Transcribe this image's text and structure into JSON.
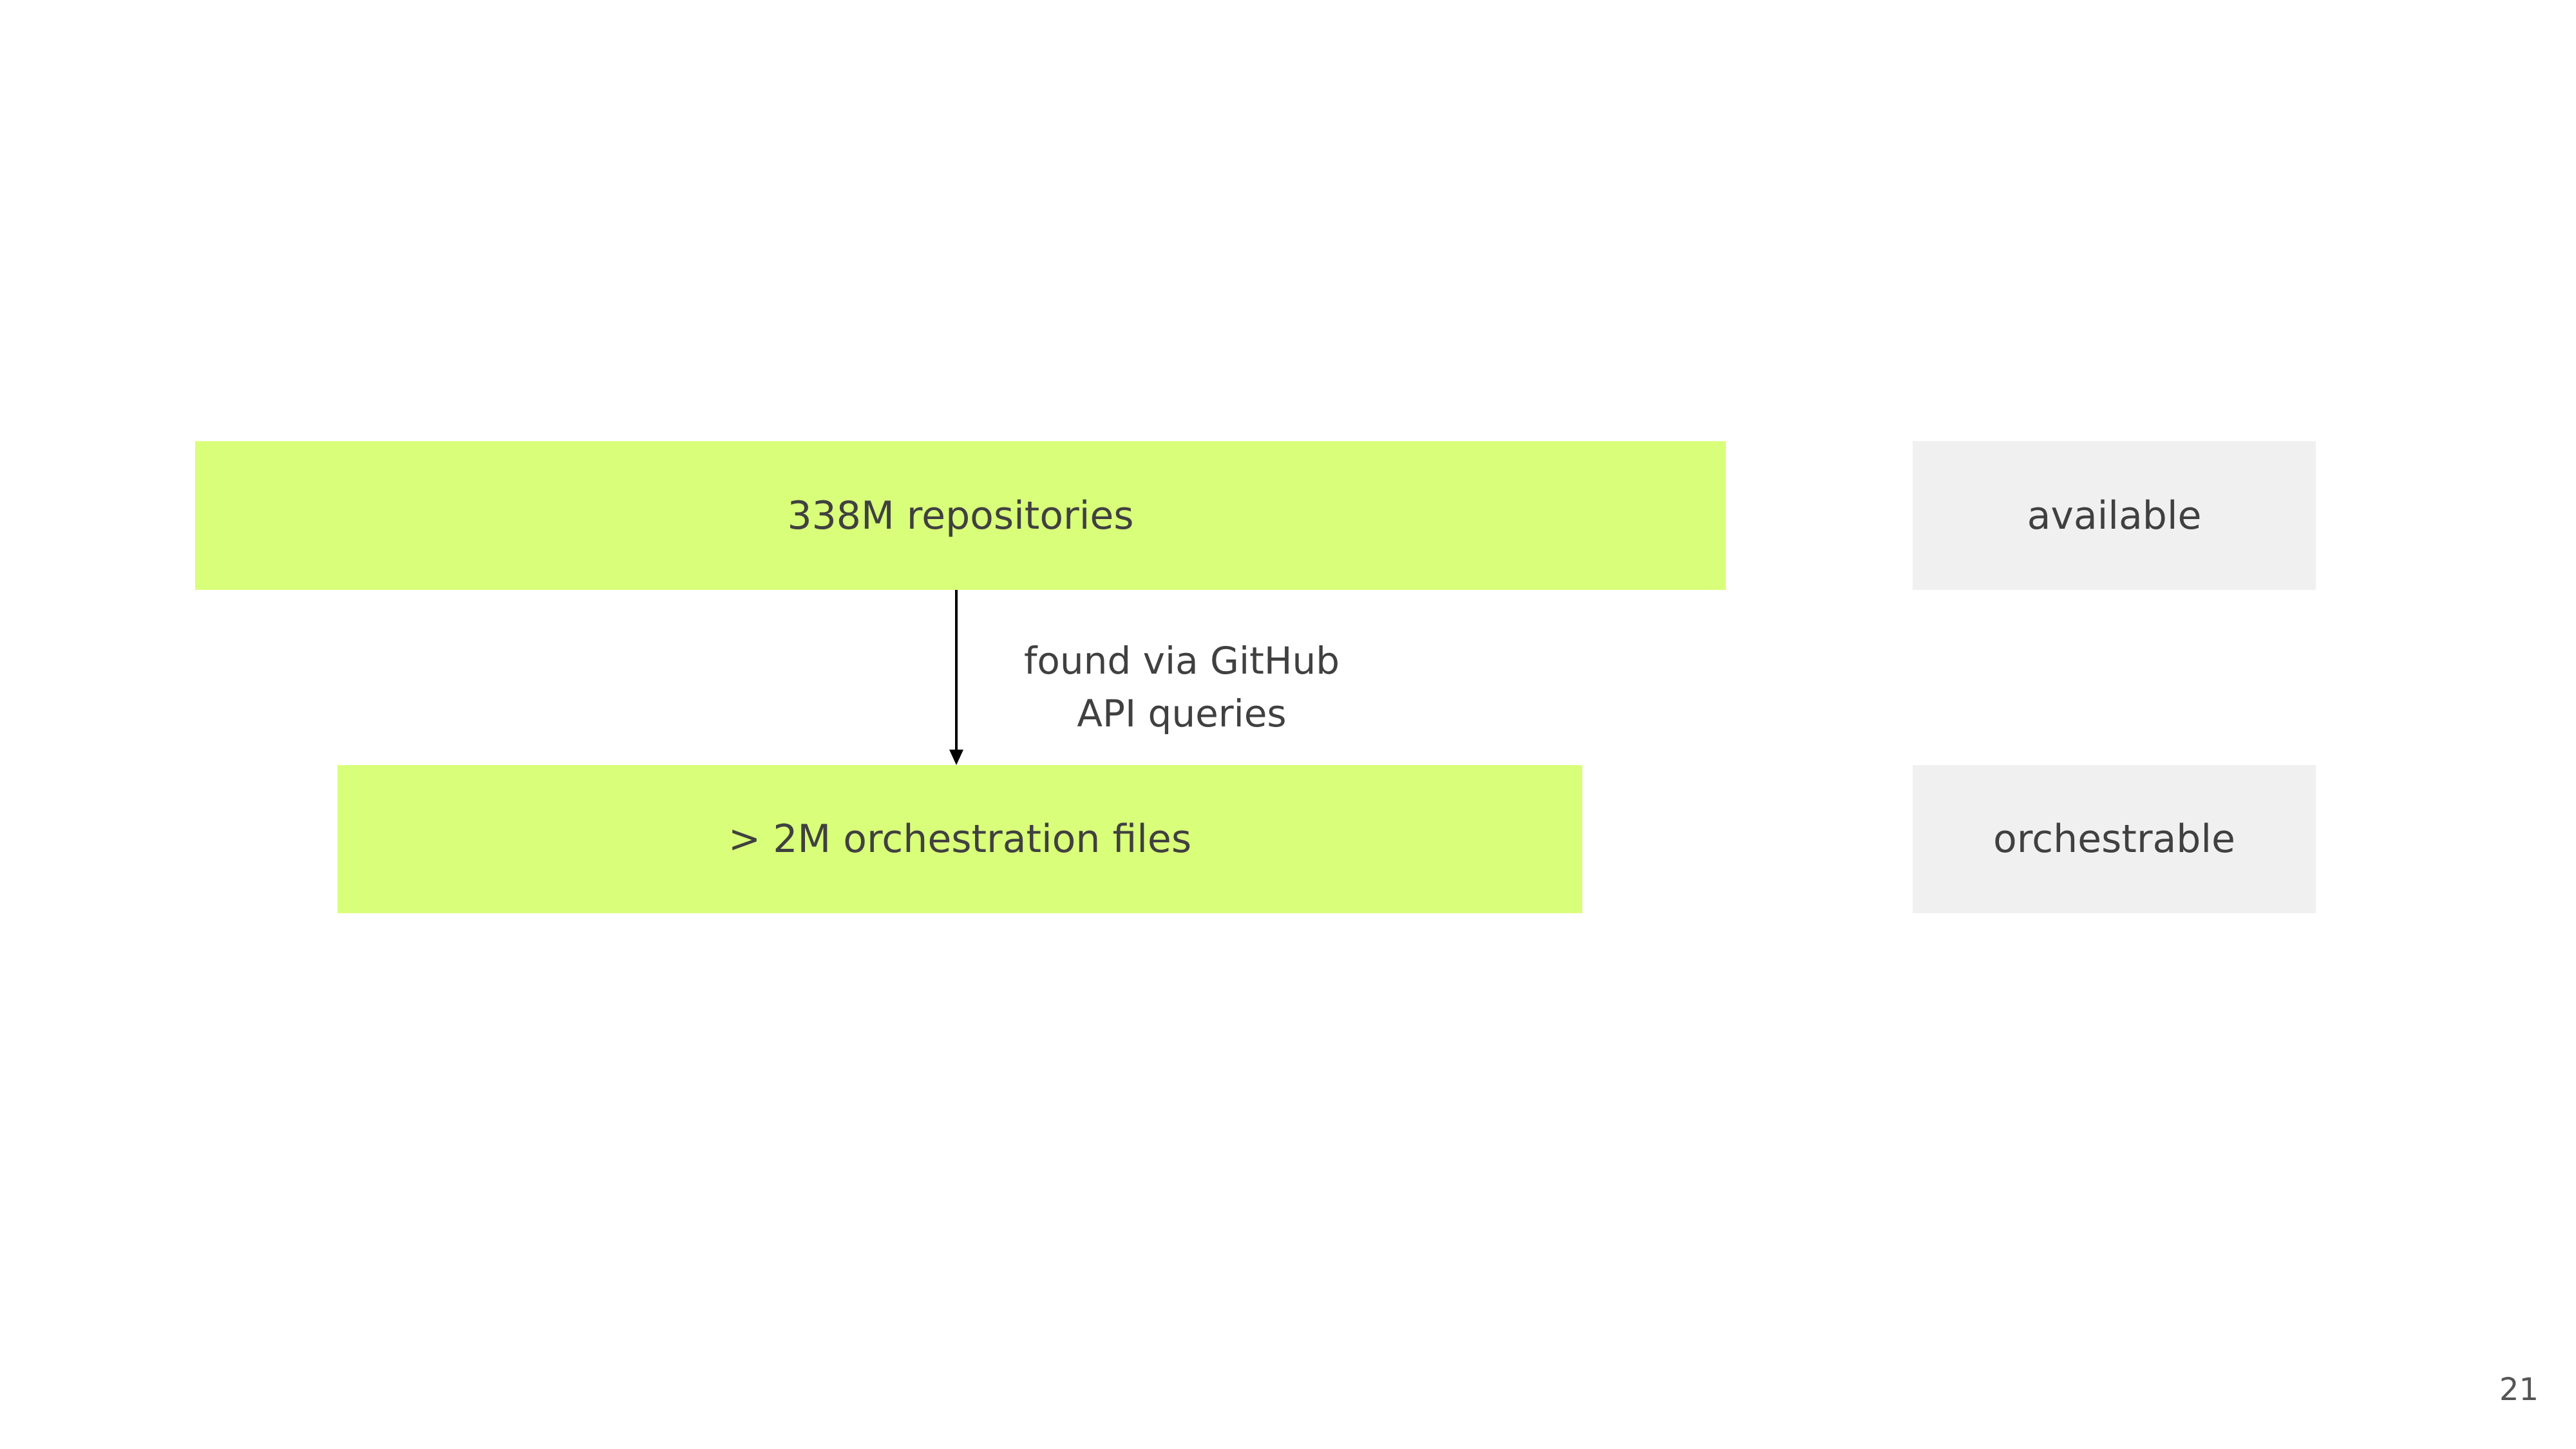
{
  "boxes": {
    "top": "338M repositories",
    "bottom": "> 2M orchestration files"
  },
  "stages": {
    "top": "available",
    "bottom": "orchestrable"
  },
  "arrow_label": {
    "line1": "found via GitHub",
    "line2": "API queries"
  },
  "page_number": "21",
  "colors": {
    "box": "#d9ff7a",
    "stage": "#f0f0f0",
    "text": "#404040"
  }
}
